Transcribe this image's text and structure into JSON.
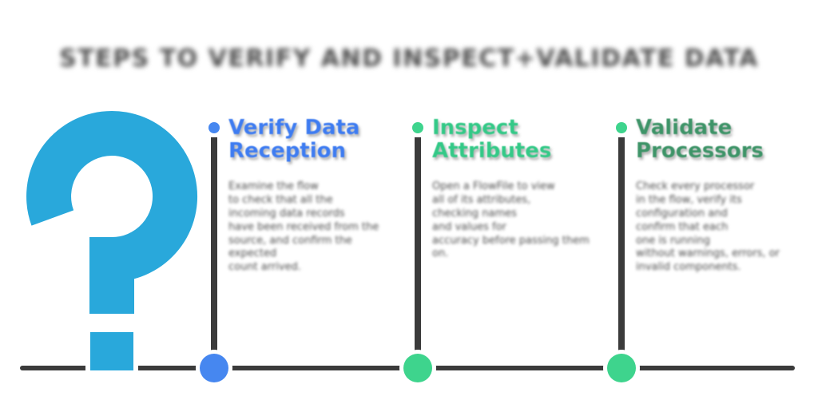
{
  "canvas": {
    "background": "#ffffff"
  },
  "title": {
    "text": "STEPS TO VERIFY AND INSPECT+VALIDATE DATA",
    "color": "#4c4c4c",
    "blurred": true
  },
  "question_mark": {
    "shape": "question-mark",
    "fill": "#29a8db",
    "outline": "#ffffff"
  },
  "timeline": {
    "line_color": "#3b3b3b",
    "baseline_color": "#3b3b3b",
    "columns": [
      {
        "heading": "Verify Data Reception",
        "heading_color": "#3e7cf1",
        "dot_color": "#4687f0",
        "body_blurred": true,
        "body_lines": [
          "Examine the flow",
          "to check that all the",
          "incoming data records",
          "have been received from the",
          "source, and confirm the",
          "expected",
          "count arrived."
        ]
      },
      {
        "heading": "Inspect Attributes",
        "heading_color": "#33c987",
        "dot_color": "#3ed48d",
        "body_blurred": true,
        "body_lines": [
          "Open a FlowFile to view",
          "all of its attributes,",
          "checking names",
          "and values for",
          "accuracy before passing them",
          "on."
        ]
      },
      {
        "heading": "Validate Processors",
        "heading_color": "#3e9468",
        "dot_color": "#3ed48d",
        "body_blurred": true,
        "body_lines": [
          "Check every processor",
          "in the flow, verify its",
          "configuration and",
          "confirm that each",
          "one is running",
          "without warnings, errors, or",
          "invalid components."
        ]
      }
    ]
  }
}
